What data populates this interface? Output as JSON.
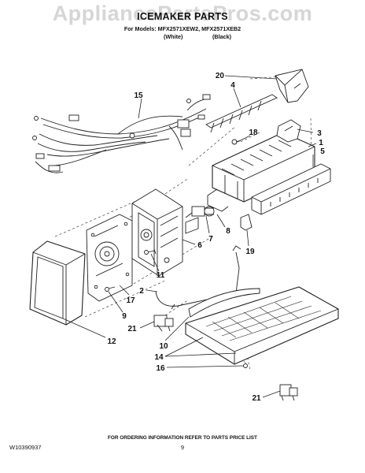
{
  "watermark": "AppliancePartsPros.com",
  "title": "ICEMAKER PARTS",
  "models_line": "For Models: MFX2571XEW2, MFX2571XEB2",
  "variant_white": "(White)",
  "variant_black": "(Black)",
  "callouts": [
    "20",
    "4",
    "15",
    "18",
    "3",
    "1",
    "5",
    "7",
    "8",
    "6",
    "19",
    "11",
    "2",
    "17",
    "9",
    "12",
    "21",
    "10",
    "14",
    "16",
    "21"
  ],
  "footer_note": "FOR ORDERING INFORMATION REFER TO PARTS PRICE LIST",
  "doc_id": "W10390937",
  "page_number": "9"
}
